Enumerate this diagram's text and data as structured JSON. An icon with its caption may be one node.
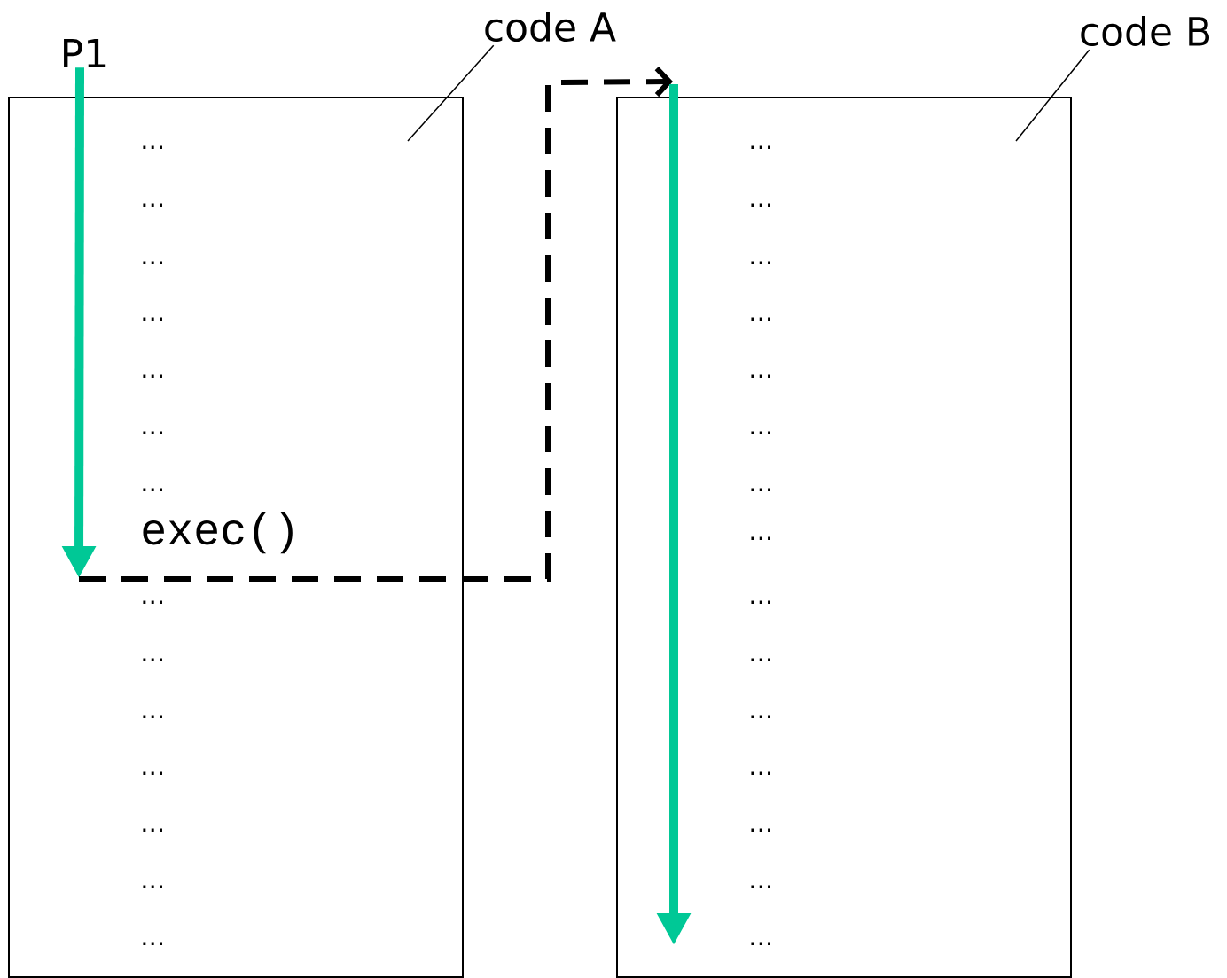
{
  "diagram": {
    "nodes": [
      {
        "text": [
          "P1"
        ]
      },
      {
        "text": [
          "code A"
        ]
      },
      {
        "text": [
          "code B"
        ]
      },
      {
        "text": [
          "…",
          "…",
          "…",
          "…",
          "…",
          "…",
          "…",
          "exec()",
          "…",
          "…",
          "…",
          "…",
          "…",
          "…",
          "…"
        ]
      },
      {
        "text": [
          "…",
          "…",
          "…",
          "…",
          "…",
          "…",
          "…",
          "…",
          "…",
          "…",
          "…",
          "…",
          "…",
          "…",
          "…"
        ]
      }
    ],
    "edges": [
      {
        "from": 1,
        "to": 3,
        "arrow": "none"
      },
      {
        "from": 2,
        "to": 4,
        "arrow": "none"
      },
      {
        "from": 0,
        "to": 3,
        "arrow": "to",
        "style": "thick",
        "color": "#00c896"
      },
      {
        "from": 3,
        "to": 4,
        "arrow": "to",
        "style": "dashed"
      }
    ]
  }
}
